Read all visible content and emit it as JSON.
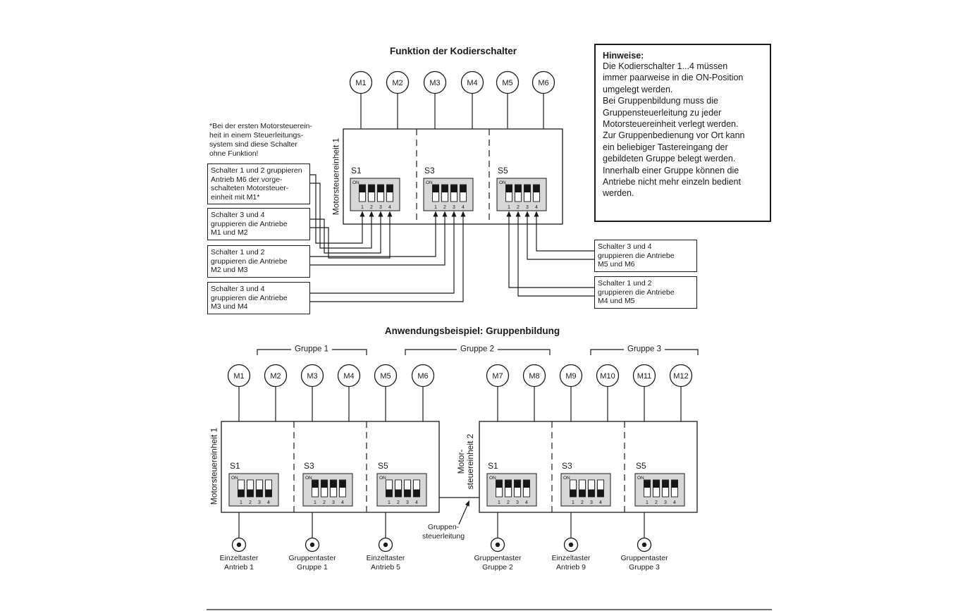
{
  "top": {
    "title": "Funktion der Kodierschalter",
    "unit_label": "Motorsteuereinheit 1",
    "motors": [
      "M1",
      "M2",
      "M3",
      "M4",
      "M5",
      "M6"
    ],
    "switch_names": [
      "S1",
      "S3",
      "S5"
    ],
    "footnote": "*Bei der ersten Motorsteuerein-\nheit in einem Steuerleitungs-\nsystem sind diese Schalter\nohne Funktion!",
    "callouts_left": [
      "Schalter 1 und 2 gruppieren\nAntrieb M6 der vorge-\nschalteten Motorsteuer-\neinheit mit M1*",
      "Schalter 3 und 4\ngruppieren die Antriebe\nM1 und M2",
      "Schalter 1 und 2\ngruppieren die Antriebe\nM2 und M3",
      "Schalter 3 und 4\ngruppieren die Antriebe\nM3 und M4"
    ],
    "callouts_right": [
      "Schalter 3 und 4\ngruppieren die Antriebe\nM5 und M6",
      "Schalter 1 und 2\ngruppieren die Antriebe\nM4 und M5"
    ],
    "hinweise_title": "Hinweise:",
    "hinweise_body": "Die Kodierschalter 1...4 müssen\nimmer paarweise in die ON-Position\numgelegt werden.\nBei Gruppenbildung muss die\nGruppensteuerleitung zu jeder\nMotorsteuereinheit verlegt werden.\nZur Gruppenbedienung vor Ort kann\nein beliebiger Tastereingang der\ngebildeten Gruppe belegt werden.\nInnerhalb einer Gruppe können die\nAntriebe nicht mehr einzeln bedient\nwerden.",
    "dip_states": [
      [
        1,
        1,
        1,
        1
      ],
      [
        1,
        1,
        1,
        1
      ],
      [
        1,
        1,
        1,
        1
      ]
    ]
  },
  "dip": {
    "on_label": "ON",
    "numbers": [
      "1",
      "2",
      "3",
      "4"
    ]
  },
  "bottom": {
    "title": "Anwendungsbeispiel: Gruppenbildung",
    "groups": [
      "Gruppe 1",
      "Gruppe 2",
      "Gruppe 3"
    ],
    "motors": [
      "M1",
      "M2",
      "M3",
      "M4",
      "M5",
      "M6",
      "M7",
      "M8",
      "M9",
      "M10",
      "M11",
      "M12"
    ],
    "unit1_label": "Motorsteuereinheit 1",
    "unit2_label": "Motor-\nsteuereinheit 2",
    "switch_names": [
      "S1",
      "S3",
      "S5"
    ],
    "group_line_label": "Gruppen-\nsteuerleitung",
    "button_labels": [
      "Einzeltaster\nAntrieb 1",
      "Gruppentaster\nGruppe 1",
      "Einzeltaster\nAntrieb 5",
      "Gruppentaster\nGruppe 2",
      "Einzeltaster\nAntrieb 9",
      "Gruppentaster\nGruppe 3"
    ],
    "dip_states": {
      "unit1": [
        [
          0,
          0,
          0,
          0
        ],
        [
          1,
          1,
          1,
          1
        ],
        [
          0,
          0,
          0,
          0
        ]
      ],
      "unit2": [
        [
          1,
          1,
          1,
          1
        ],
        [
          0,
          0,
          0,
          0
        ],
        [
          1,
          1,
          1,
          1
        ]
      ]
    }
  },
  "colors": {
    "line": "#1a1a1a",
    "dip_body": "#d7d7d7",
    "background": "#ffffff"
  }
}
